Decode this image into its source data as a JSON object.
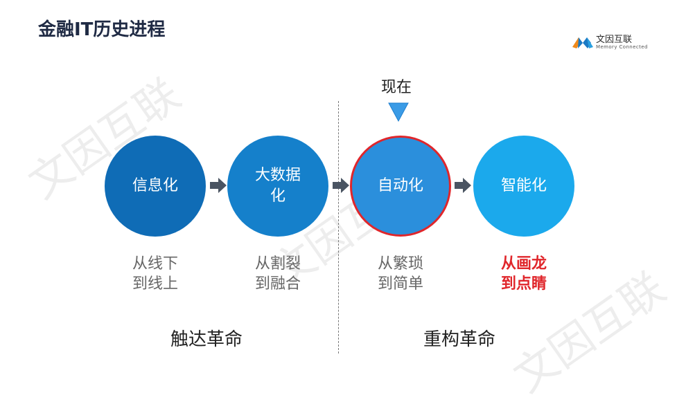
{
  "title": "金融IT历史进程",
  "logo": {
    "name": "文因互联",
    "tagline": "Memory Connected"
  },
  "watermark_text": "文因互联",
  "now_label": "现在",
  "stages": [
    {
      "label": "信息化",
      "desc": "从线下\n到线上",
      "highlight": false,
      "current": false
    },
    {
      "label": "大数据化",
      "desc": "从割裂\n到融合",
      "highlight": false,
      "current": false
    },
    {
      "label": "自动化",
      "desc": "从繁琐\n到简单",
      "highlight": false,
      "current": true
    },
    {
      "label": "智能化",
      "desc": "从画龙\n到点睛",
      "highlight": true,
      "current": false
    }
  ],
  "revolutions": [
    "触达革命",
    "重构革命"
  ],
  "colors": {
    "title": "#1f2a44",
    "stage1": "#0f6cb6",
    "stage2": "#1580cb",
    "stage3": "#2b8fdc",
    "stage4": "#1ba9ec",
    "current_border": "#e0262b",
    "highlight_text": "#e0262b",
    "arrow": "#4a5462",
    "now_marker": "#3a9be6"
  }
}
